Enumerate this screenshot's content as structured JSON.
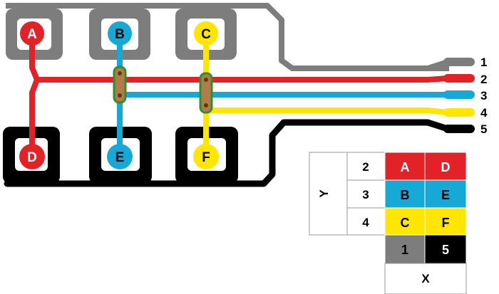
{
  "buttons": {
    "top": [
      "A",
      "B",
      "C"
    ],
    "bottom": [
      "D",
      "E",
      "F"
    ]
  },
  "pins": [
    "1",
    "2",
    "3",
    "4",
    "5"
  ],
  "table": {
    "y_label": "Y",
    "x_label": "X",
    "rows": [
      {
        "y": "2",
        "cells": [
          "A",
          "D"
        ]
      },
      {
        "y": "3",
        "cells": [
          "B",
          "E"
        ]
      },
      {
        "y": "4",
        "cells": [
          "C",
          "F"
        ]
      }
    ],
    "x_values": [
      "1",
      "5"
    ]
  },
  "colors": {
    "red": "#e32228",
    "blue": "#16a9d6",
    "yellow": "#ffe600",
    "gray": "#7d7d7d",
    "black": "#000000",
    "jumper_fill": "#b07d4a",
    "jumper_border": "#2f8f2f"
  }
}
